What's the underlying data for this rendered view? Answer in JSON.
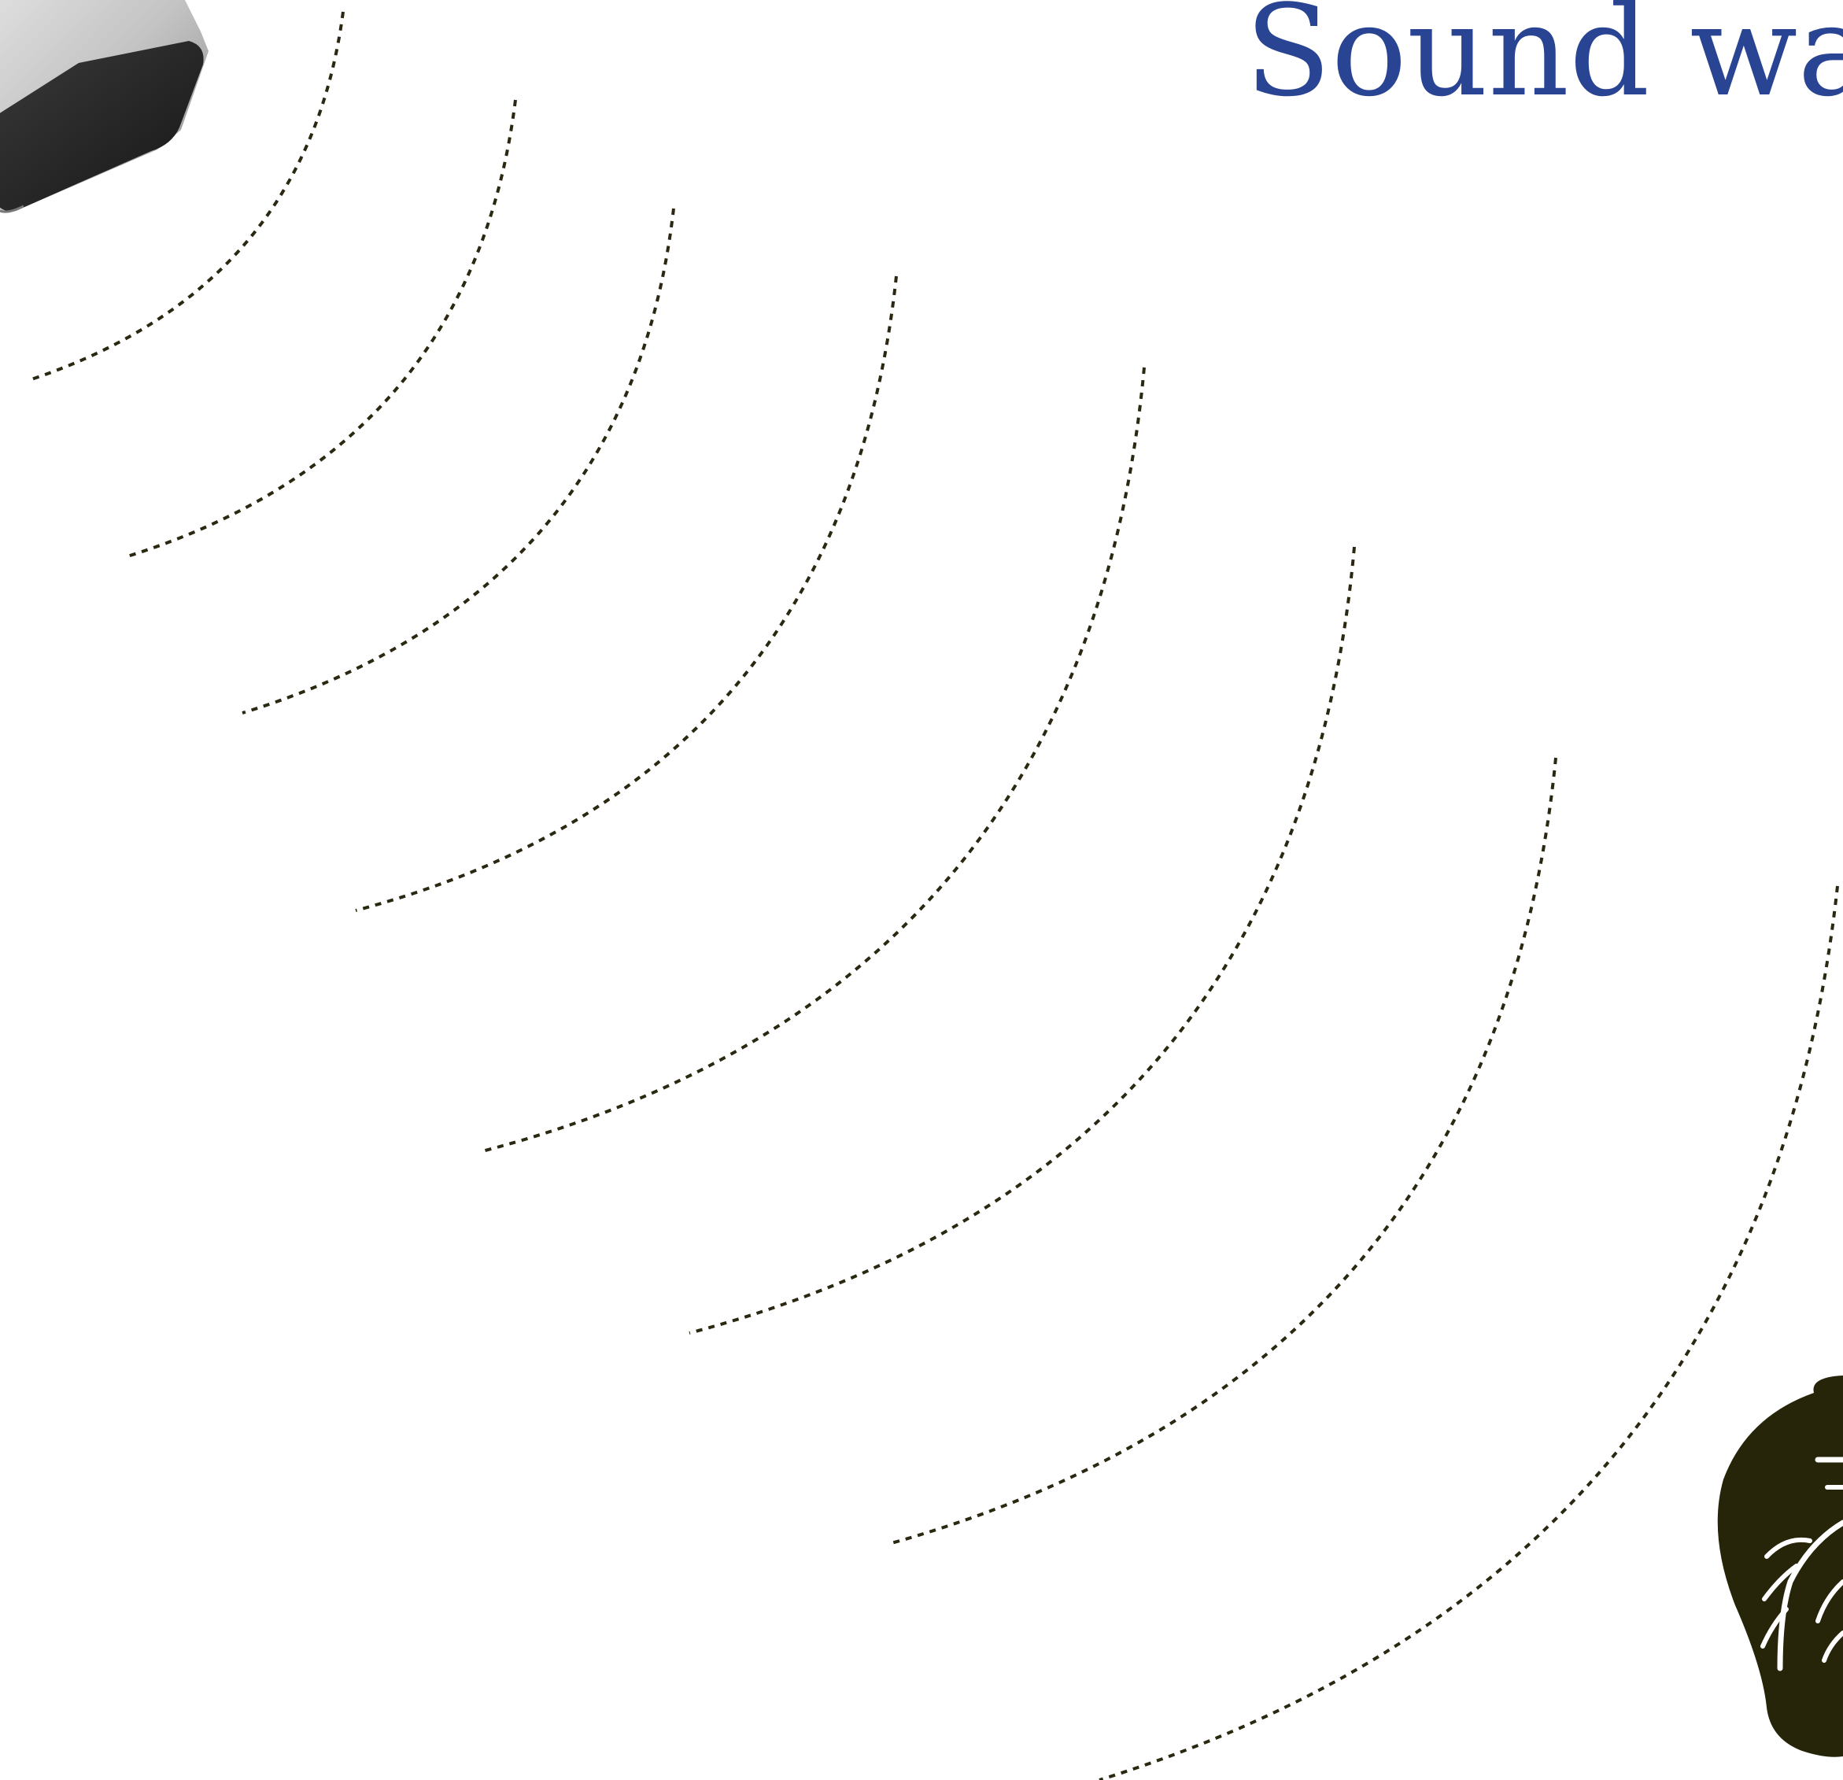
{
  "title": "Sound way",
  "speaker": {
    "icon": "speaker-icon"
  },
  "ear": {
    "icon": "ear-icon"
  },
  "waves": {
    "count": 8,
    "style": "dotted"
  },
  "colors": {
    "title": "#2a4494",
    "wave": "#2a2810",
    "ear": "#262409",
    "speaker_body": "#c9c9c9",
    "speaker_grille": "#2a2a2a",
    "background": "#ffffff"
  }
}
